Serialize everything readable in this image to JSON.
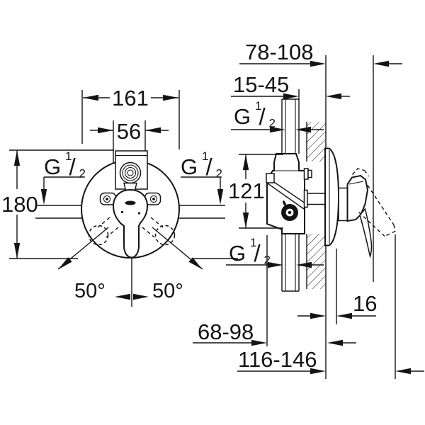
{
  "labels": {
    "thread": {
      "base": "G",
      "numerator": "1",
      "slash": "/",
      "denominator": "2"
    }
  },
  "front_view": {
    "plate_diameter": "161",
    "cartridge_width": "56",
    "height": "180",
    "swing_left": "50°",
    "swing_right": "50°"
  },
  "side_view": {
    "wall_to_handle": "78-108",
    "mounting_depth": "15-45",
    "port_distance": "121",
    "plate_offset": "16",
    "body_to_wall": "68-98",
    "total_depth": "116-146"
  }
}
